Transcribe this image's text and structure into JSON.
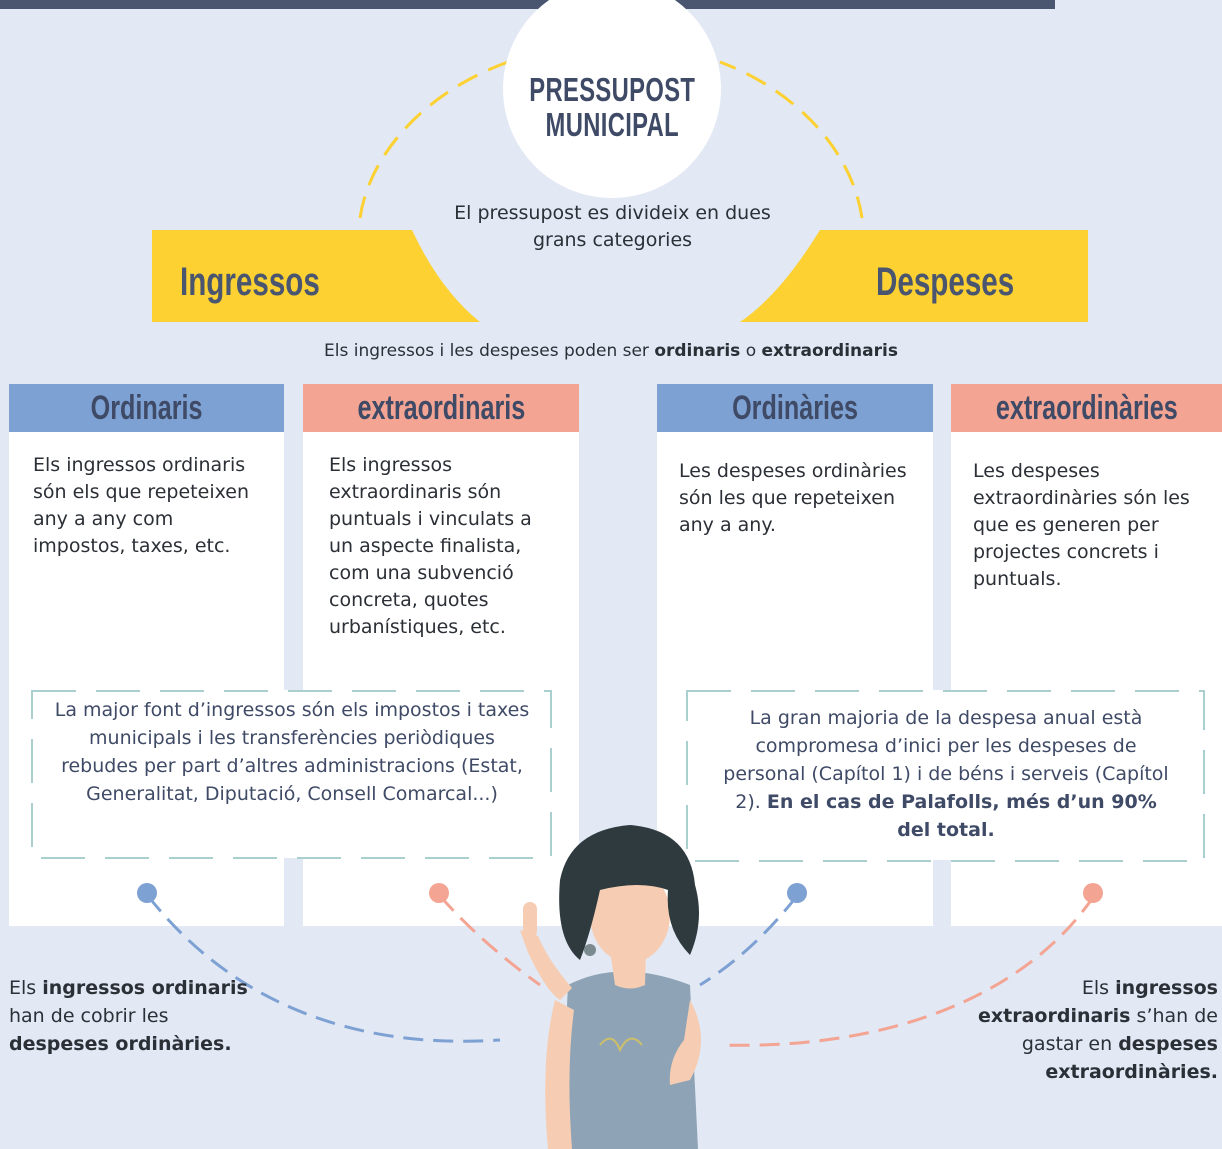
{
  "title": "PRESSUPOST MUNICIPAL",
  "center_note": "El pressupost es divideix en dues grans categories",
  "categories": {
    "income": "Ingressos",
    "expense": "Despeses"
  },
  "intro": {
    "before": "Els ingressos i les despeses poden ser ",
    "ordinary": "ordinaris",
    "middle": " o ",
    "extraordinary": "extraordinaris"
  },
  "columns": [
    {
      "header": "Ordinaris",
      "text": "Els ingressos ordinaris són els que repeteixen any a any com impostos, taxes, etc."
    },
    {
      "header": "extraordinaris",
      "text": "Els ingressos extraordinaris són puntuals i vinculats a un aspecte finalista, com una subvenció concreta, quotes urbanístiques, etc."
    },
    {
      "header": "Ordinàries",
      "text": "Les despeses ordinàries són les que repeteixen any a any."
    },
    {
      "header": "extraordinàries",
      "text": "Les despeses extraordinàries són les que es generen per projectes concrets i puntuals."
    }
  ],
  "notes": {
    "income": "La major font d’ingressos són els impostos i taxes municipals i les transferències periòdiques rebudes per part d’altres administracions (Estat, Generalitat, Diputació, Consell Comarcal...)",
    "expense_plain": "La gran majoria de la despesa anual està compromesa d’inici per les despeses de personal (Capítol 1) i de béns i serveis (Capítol 2). ",
    "expense_bold": "En el cas de Palafolls, més d’un 90% del total."
  },
  "bottom_left": {
    "p1": "Els ",
    "b1": "ingressos ordinaris",
    "p2": " han de cobrir les ",
    "b2": "despeses ordinàries."
  },
  "bottom_right": {
    "p1": "Els ",
    "b1": "ingressos extraordinaris",
    "p2": " s’han de gastar en ",
    "b2": "despeses extraordinàries."
  },
  "colors": {
    "background": "#e2e8f4",
    "navy": "#4a5670",
    "yellow": "#fcd131",
    "blue": "#7ea1d3",
    "salmon": "#f3a493",
    "white": "#ffffff"
  }
}
